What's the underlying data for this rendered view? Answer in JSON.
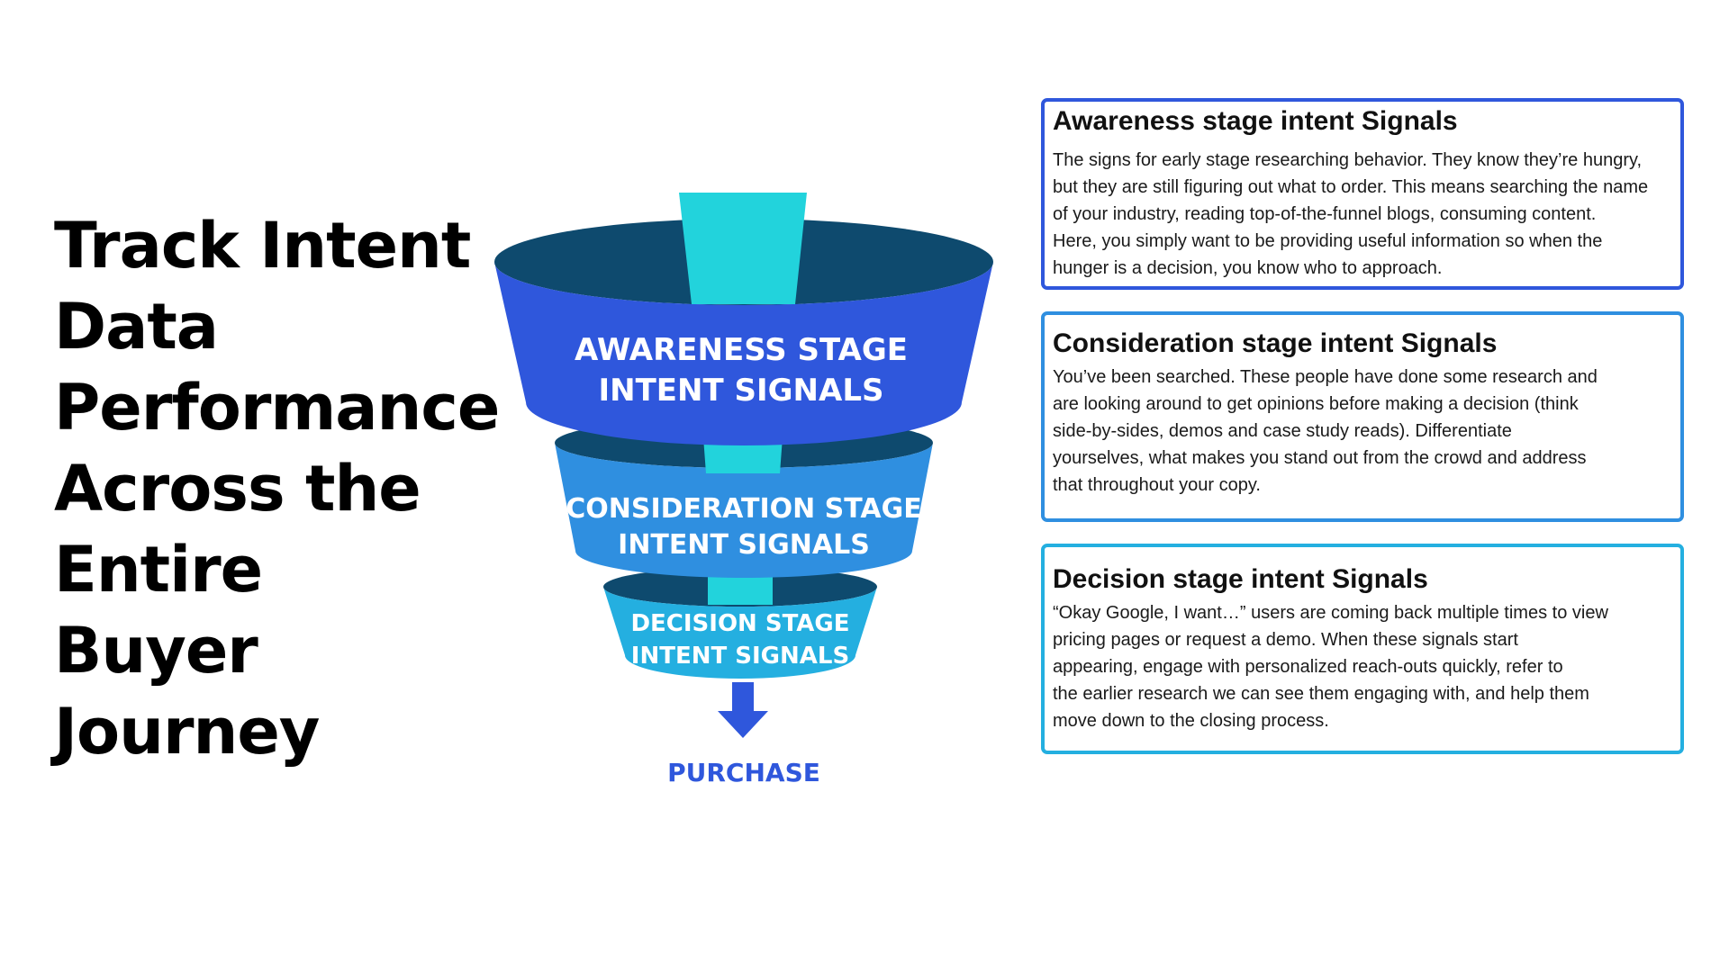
{
  "title": "Track Intent Data Performance Across the Entire Buyer Journey",
  "funnel": {
    "stages": [
      {
        "line1": "AWARENESS STAGE",
        "line2": "INTENT SIGNALS"
      },
      {
        "line1": "CONSIDERATION STAGE",
        "line2": "INTENT SIGNALS"
      },
      {
        "line1": "DECISION STAGE",
        "line2": "INTENT SIGNALS"
      }
    ],
    "outcome": "PURCHASE"
  },
  "cards": [
    {
      "title": "Awareness stage intent Signals",
      "body": "The signs for early stage researching behavior. They know they’re hungry,\nbut they are still figuring out what to order. This means searching the name\nof your industry, reading top-of-the-funnel blogs, consuming content.\nHere, you simply want to be providing useful information so when the\nhunger is a decision, you know who to approach."
    },
    {
      "title": "Consideration stage intent Signals",
      "body": " You’ve been searched. These people have done some research and\nare looking around to get opinions before making a decision (think\nside-by-sides, demos and case study reads). Differentiate\nyourselves, what makes you stand out from the crowd and address\nthat throughout your copy."
    },
    {
      "title": "Decision stage intent Signals",
      "body": "“Okay Google, I want…” users are coming back multiple times to view\npricing pages or request a demo. When these signals start\nappearing, engage with personalized reach-outs quickly, refer to\nthe earlier research we can see them engaging with, and help them\nmove down to the closing process."
    }
  ],
  "colors": {
    "awareness": "#2f57dc",
    "consideration": "#2f8fe0",
    "decision": "#24afe0",
    "rim_dark": "#0e4a6e",
    "inner_stripe": "#22d3dc",
    "purchase": "#2f57dc"
  }
}
